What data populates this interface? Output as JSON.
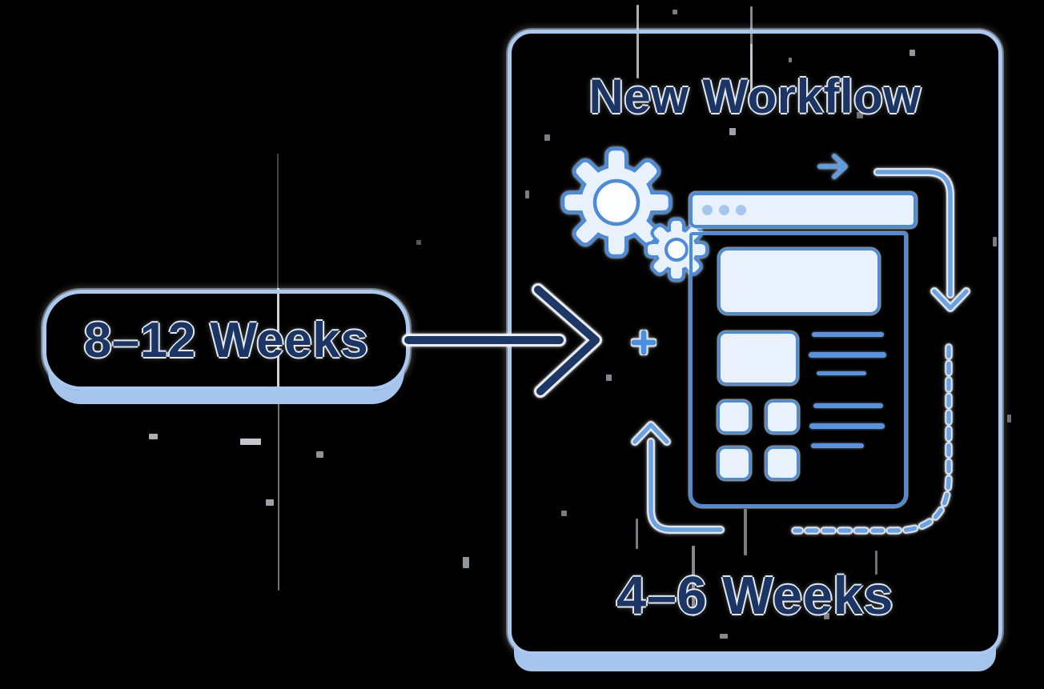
{
  "diagram": {
    "type": "workflow-comparison",
    "before": {
      "duration_label": "8–12 Weeks"
    },
    "after": {
      "title": "New Workflow",
      "duration_label": "4–6 Weeks"
    }
  },
  "icons": {
    "transform_arrow": "arrow-right-icon",
    "gear_large": "gear-icon",
    "gear_small": "gear-icon",
    "browser": "browser-window-icon",
    "browser_dots": "window-control-dots",
    "plus": "plus-icon",
    "flow_in": "arrow-right-icon",
    "flow_down": "arrow-down-icon",
    "flow_return": "dashed-return-path",
    "flow_up": "arrow-up-icon"
  },
  "colors": {
    "background": "#000000",
    "container_border": "#a9c9f1",
    "container_shadow": "#a6c5ec",
    "navy": "#1b3565",
    "stroke_blue": "#4c8bd9",
    "accent_blue": "#6aa2e4",
    "fill_light_blue": "#e9f2fc"
  }
}
